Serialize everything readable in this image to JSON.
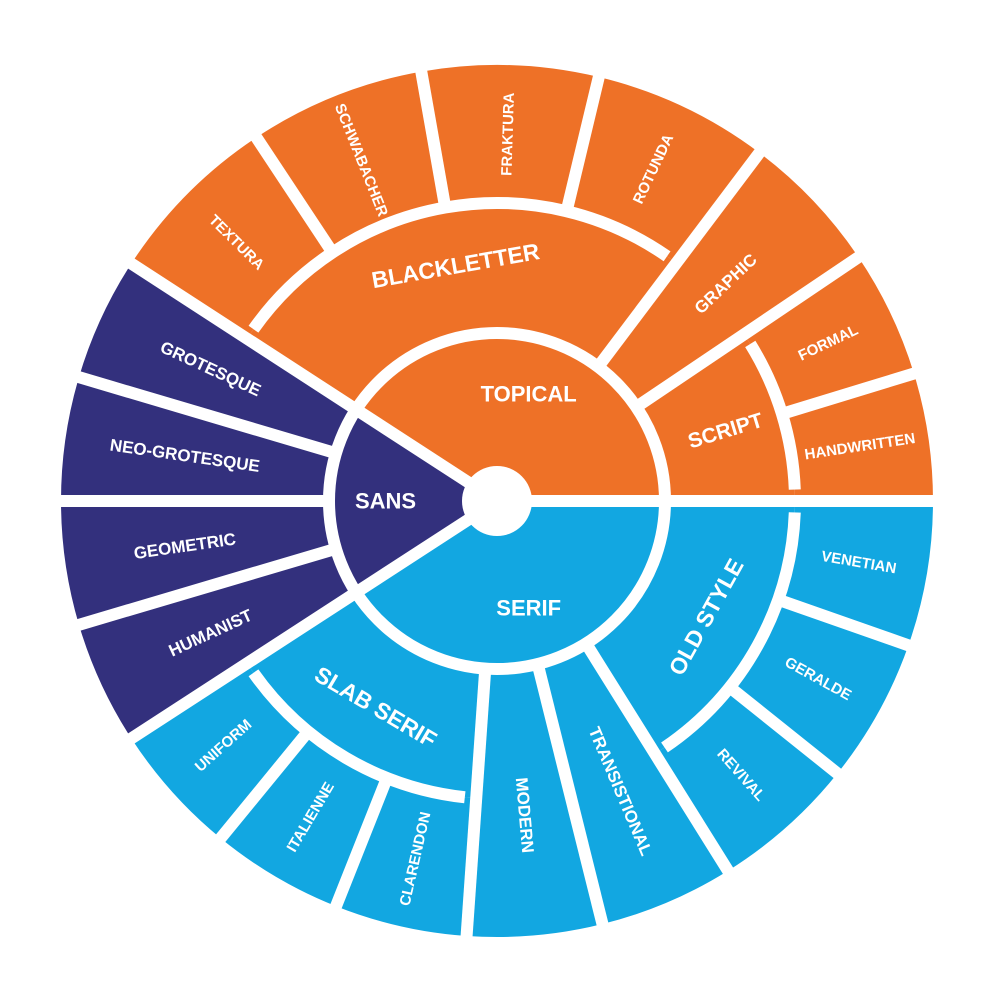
{
  "colors": {
    "topical": "#EE7127",
    "sans": "#33307D",
    "serif": "#12A7E1",
    "gap": "#ffffff"
  },
  "groups": [
    {
      "name": "topical",
      "label": "TOPICAL",
      "color": "#EE7127",
      "start_angle": 0,
      "end_angle": 147,
      "subgroups": [
        {
          "label": "SCRIPT",
          "start_angle": 0,
          "end_angle": 34,
          "leaves": [
            "HANDWRITTEN",
            "FORMAL"
          ]
        },
        {
          "label": "",
          "start_angle": 34,
          "end_angle": 53,
          "extends": true,
          "leaves": [
            "GRAPHIC"
          ]
        },
        {
          "label": "BLACKLETTER",
          "start_angle": 53,
          "end_angle": 147,
          "leaves": [
            "ROTUNDA",
            "FRAKTURA",
            "SCHWABACHER",
            "TEXTURA"
          ]
        }
      ]
    },
    {
      "name": "sans",
      "label": "SANS",
      "color": "#33307D",
      "start_angle": 147,
      "end_angle": 213,
      "subgroups": [
        {
          "label": "",
          "start_angle": 147,
          "end_angle": 213,
          "extends": true,
          "leaves": [
            "GROTESQUE",
            "NEO-GROTESQUE",
            "GEOMETRIC",
            "HUMANIST"
          ]
        }
      ]
    },
    {
      "name": "serif",
      "label": "SERIF",
      "color": "#12A7E1",
      "start_angle": 213,
      "end_angle": 360,
      "subgroups": [
        {
          "label": "SLAB SERIF",
          "start_angle": 213,
          "end_angle": 266,
          "leaves": [
            "UNIFORM",
            "ITALIENNE",
            "CLARENDON"
          ]
        },
        {
          "label": "",
          "start_angle": 266,
          "end_angle": 284,
          "extends": true,
          "leaves": [
            "MODERN"
          ]
        },
        {
          "label": "",
          "start_angle": 284,
          "end_angle": 302,
          "extends": true,
          "leaves": [
            "TRANSISTIONAL"
          ]
        },
        {
          "label": "OLD STYLE",
          "start_angle": 302,
          "end_angle": 360,
          "leaves": [
            "REVIVAL",
            "GERALDE",
            "VENETIAN"
          ]
        }
      ]
    }
  ]
}
